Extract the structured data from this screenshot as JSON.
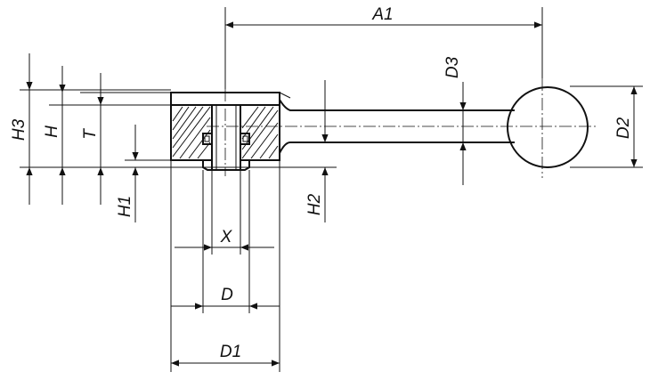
{
  "labels": {
    "a1": "A1",
    "d3": "D3",
    "d2": "D2",
    "h3": "H3",
    "h": "H",
    "t": "T",
    "h1": "H1",
    "h2": "H2",
    "x": "X",
    "d": "D",
    "d1": "D1"
  }
}
